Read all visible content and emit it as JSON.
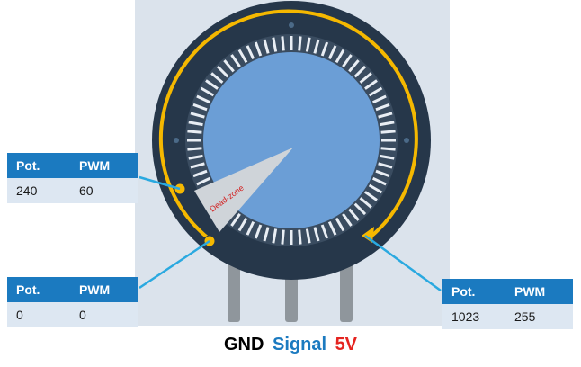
{
  "labels": {
    "dead_zone": "Dead-zone",
    "col_pot": "Pot.",
    "col_pwm": "PWM"
  },
  "boxes": {
    "mid_left": {
      "pot": "240",
      "pwm": "60"
    },
    "low_left": {
      "pot": "0",
      "pwm": "0"
    },
    "low_right": {
      "pot": "1023",
      "pwm": "255"
    }
  },
  "pins": [
    {
      "label": "GND",
      "color": "#000000"
    },
    {
      "label": "Signal",
      "color": "#1b7ac0"
    },
    {
      "label": "5V",
      "color": "#e52420"
    }
  ],
  "colors": {
    "body_fill": "#dbe3ec",
    "knob_outer": "#26374a",
    "knob_face": "#6b9ed6",
    "arc": "#f5b800",
    "accent": "#1b7ac0",
    "leader_line": "#2aa9e0",
    "dead_zone_fill": "#cfd4d9",
    "dead_zone_text": "#d22020"
  }
}
